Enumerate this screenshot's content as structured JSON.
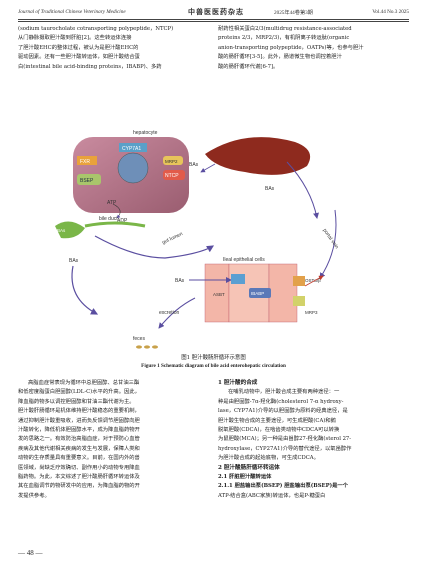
{
  "header": {
    "journal_en": "Journal of Traditional Chinese Veterinary Medicine",
    "journal_cn": "中兽医医药杂志",
    "issue_cn": "2025年44卷第3期",
    "issue_en": "Vol.44  No.3  2025"
  },
  "left_top": [
    "(sodium taurocholate cotransporting polypeptide，NTCP)",
    "从门静脉摄取胆汁酸到肝脏[2]。这些转运体连接",
    "了胆汁酸EHC的整体过程，被认为是胆汁酸EHC的",
    "驱动因素。还有一些胆汁酸转运体，如胆汁酸结合蛋",
    "白(intestinal bile acid-binding proteins，IBABP)、多药"
  ],
  "right_top": [
    "耐药性相关蛋白2/3(multidrug resistance-associated",
    "proteins 2/3，MRP2/3)，有机阴离子转运肽(organic",
    "anion-transporting polypeptide，OATPs)等，也参与胆汁",
    "酸的肠肝循环[3-5]。此外，肠道微生物也调控着胆汁",
    "酸的肠肝循环代谢[6-7]。"
  ],
  "figure": {
    "labels": {
      "hepatocyte": "hepatocyte",
      "cyp7a1": "CYP7A1",
      "fxr": "FXR",
      "bsep": "BSEP",
      "ntcp": "NTCP",
      "mrp": "MRP2",
      "bas_liver": "BAs",
      "atp": "ATP",
      "adp": "ADP",
      "bas_gb": "BAs",
      "bile_duct": "bile duct",
      "gut_lumen": "gut lumen",
      "portal_vein": "portal vein",
      "ileal": "Ileal epithelial cells",
      "bas_ileum": "BAs",
      "asbt": "ASBT",
      "ibabp": "IBABP",
      "ostab": "OSTα/β",
      "mrp3": "MRP3",
      "excretion": "excretion",
      "feces": "feces",
      "bas_portal": "BAs"
    },
    "caption_cn": "图1   胆汁酸肠肝循环示意图",
    "caption_en": "Figure 1    Schematic diagram of bile acid enterohepatic circulation"
  },
  "left_bottom": [
    "高脂血症常表现为循环中总胆固醇、总甘油三酯",
    "和低密度脂蛋白胆固醇(LDL-C)水平的升高。因此，",
    "降血脂药物多以调控胆固醇和甘油三酯代谢为主。",
    "胆汁酸肝肠循环是机体维持胆汁酸稳态的重要机制，",
    "通过抑制胆汁酸重吸收，进而负反馈调节胆固醇向胆",
    "汁酸转化，降低机体胆固醇水平，成为降血脂药物开",
    "发的思路之一。有效防治高脂血症，对于预防心血管",
    "疾病及其他代谢相关疾病的发生与发展，保障人类和",
    "动物的生存质量具有重要意义。目前，在国内外的兽",
    "医领域，尚缺乏疗效确切、副作用小的动物专用降血",
    "脂药物。为此，本文综述了胆汁酸肠肝循环转运体及",
    "其在血脂调节药物研发中的应用，为降血脂药物的开",
    "发提供参考。"
  ],
  "right_bottom": {
    "sec1": "1   胆汁酸的合成",
    "sec1_text": [
      "在哺乳动物中，胆汁酸合成主要有两种途径：一",
      "种是由胆固醇-7α-羟化酶(cholesterol 7-α hydroxy-",
      "lase，CYP7A1)介导的以胆固醇为原料的经典途径，是",
      "胆汁酸生物合成的主要途径，可生成胆酸(CA)和鹅",
      "脱氧胆酸(CDCA)，在啮齿类动物中CDCA可以转换",
      "为鼠胆酸(MCA)；另一种是由甾醇27-羟化酶(sterol 27-",
      "hydroxylase，CYP27A1)介导的替代途径，以氧甾醇作",
      "为胆汁酸合成的起始底物，可生成CDCA。"
    ],
    "sec2": "2   胆汁酸肠肝循环转运体",
    "sec21": "2.1   肝脏胆汁酸转运体",
    "sec211": "2.1.1   胆盐输出泵(BSEP)   胆盐输出泵(BSEP)是一个",
    "sec211_text": "ATP-结合盒(ABC家族)转运体，也是P-糖蛋白"
  },
  "page_number": "— 48 —"
}
